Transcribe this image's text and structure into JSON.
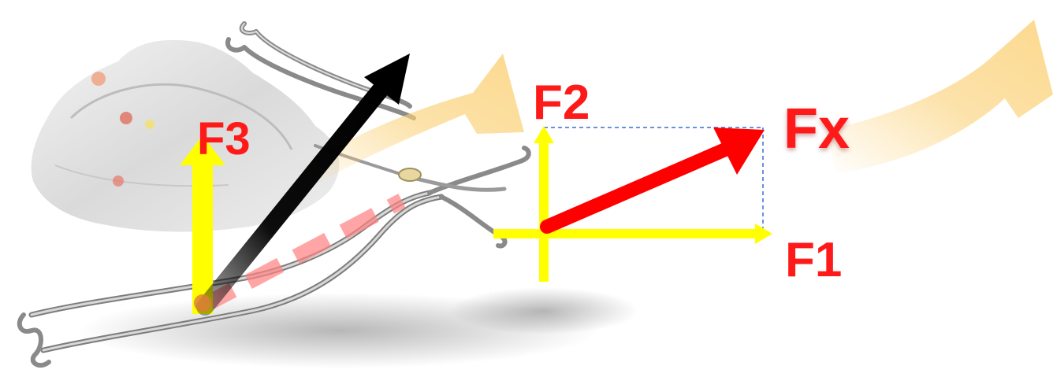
{
  "labels": {
    "f1": "F1",
    "f2": "F2",
    "f3": "F3",
    "fx": "Fx"
  },
  "colors": {
    "label_red": "#ff1a1a",
    "vector_fx": "#ff0000",
    "component_yellow": "#ffff00",
    "resultant_black": "#000000",
    "projection_dashes": "#ff8080",
    "construction_lines": "#3a6bd6",
    "motion_arrows": "#fbd27a",
    "appliance_wire": "#9a9a9a",
    "appliance_acrylic": "#d9d9d9"
  },
  "icons": {
    "appliance": "orthodontic-appliance-illustration",
    "motion_arrow": "curved-motion-arrow"
  }
}
